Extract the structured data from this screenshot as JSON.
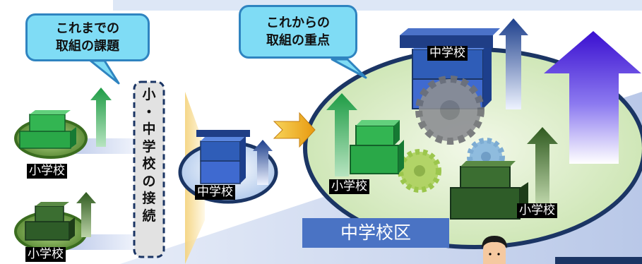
{
  "callout_left": {
    "line1": "これまでの",
    "line2": "取組の課題"
  },
  "callout_mid": {
    "line1": "これからの",
    "line2": "取組の重点"
  },
  "connection_label": [
    "小",
    "・",
    "中",
    "学",
    "校",
    "の",
    "接",
    "続"
  ],
  "school_labels": {
    "elementary": "小学校",
    "junior_high": "中学校"
  },
  "district_label": "中学校区",
  "colors": {
    "callout_fill": "#7fdcf5",
    "callout_border": "#2f84c0",
    "elementary_green": "#1fa84a",
    "elementary_dark_green": "#2e5c28",
    "junior_high_blue": "#2f5db8",
    "district_ellipse": "#d9ecc4",
    "district_border": "#1b3564",
    "big_arrow_purple": "#5a2fd6"
  }
}
